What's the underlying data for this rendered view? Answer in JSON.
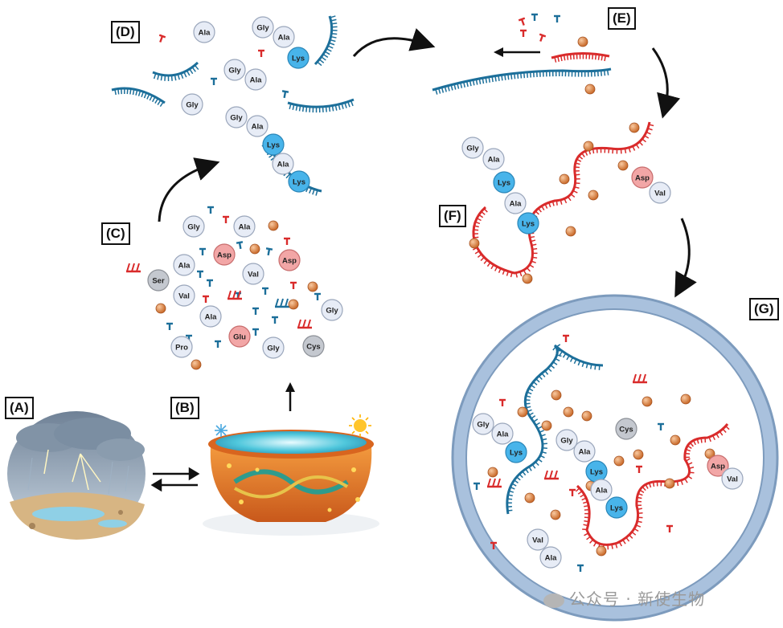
{
  "panels": {
    "a": "(A)",
    "b": "(B)",
    "c": "(C)",
    "d": "(D)",
    "e": "(E)",
    "f": "(F)",
    "g": "(G)"
  },
  "amino_acids": {
    "gly": "Gly",
    "ala": "Ala",
    "lys": "Lys",
    "asp": "Asp",
    "ser": "Ser",
    "val": "Val",
    "pro": "Pro",
    "glu": "Glu",
    "cys": "Cys"
  },
  "watermark": "公众号 · 新使生物",
  "colors": {
    "neutral_bead": "#e7ecf6",
    "lys_bead": "#48b4ea",
    "acidic_bead": "#f2a6a6",
    "grey_bead": "#c4c8cf",
    "rna_blue": "#1c6f9a",
    "rna_red": "#d92b2b",
    "ion_orange": "#e08a4a",
    "membrane": "#a9c1dd",
    "pot_orange": "#e8772a",
    "water_cyan": "#35b8cf"
  }
}
